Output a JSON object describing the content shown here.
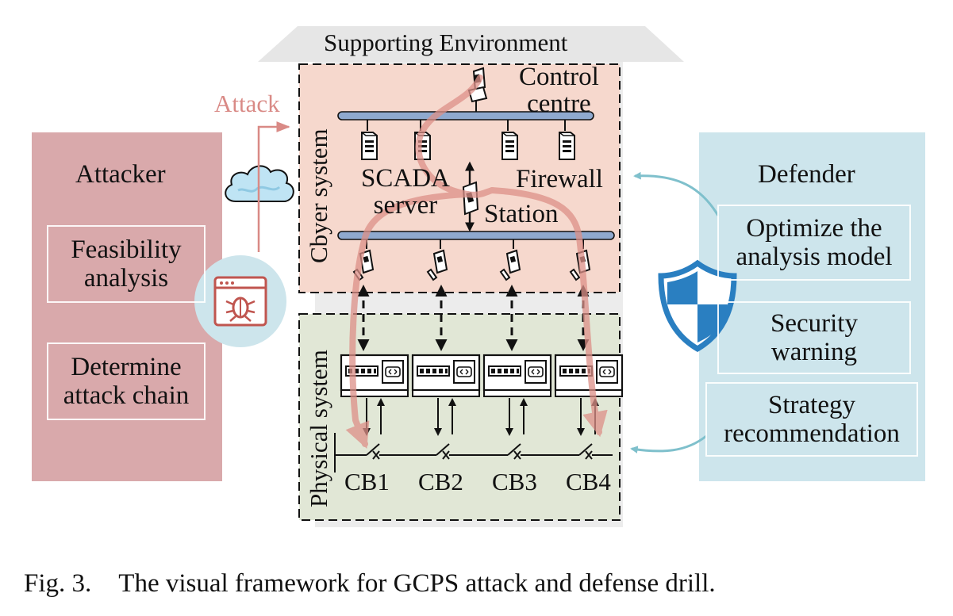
{
  "supporting_env": {
    "title": "Supporting Environment"
  },
  "attacker": {
    "title": "Attacker",
    "items": [
      {
        "lines": [
          "Feasibility",
          "analysis"
        ]
      },
      {
        "lines": [
          "Determine",
          "attack chain"
        ]
      }
    ],
    "attack_label": "Attack"
  },
  "cyber": {
    "label": "Cbyer system",
    "control_centre": [
      "Control",
      "centre"
    ],
    "scada": [
      "SCADA",
      "server"
    ],
    "firewall": "Firewall",
    "station": "Station"
  },
  "physical": {
    "label": "Physical system",
    "breakers": [
      "CB1",
      "CB2",
      "CB3",
      "CB4"
    ]
  },
  "defender": {
    "title": "Defender",
    "items": [
      {
        "lines": [
          "Optimize the",
          "analysis model"
        ]
      },
      {
        "lines": [
          "Security",
          "warning"
        ]
      },
      {
        "lines": [
          "Strategy",
          "recommendation"
        ]
      }
    ]
  },
  "caption": {
    "number": "Fig. 3.",
    "text": "The visual framework for GCPS attack and defense drill."
  },
  "colors": {
    "attacker_panel": "#d9a9ab",
    "cyber_bg": "#f6d8cd",
    "physical_bg": "#e1e7d6",
    "defender_panel": "#cde5ec",
    "attack_path": "#dd9088",
    "defense_arrow": "#7fc0cc",
    "shield": "#2a7fc1",
    "bus": "#8fa9cf"
  }
}
